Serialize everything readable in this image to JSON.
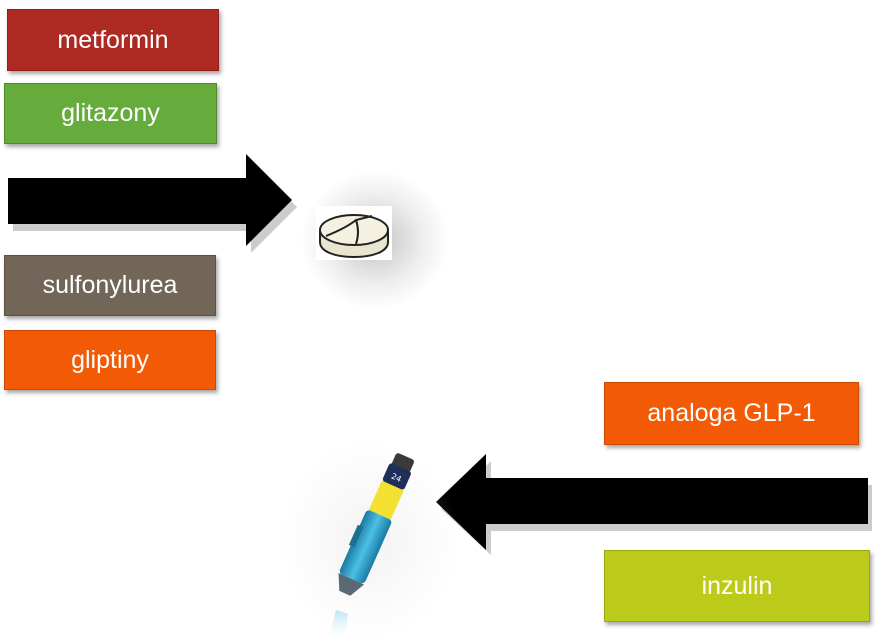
{
  "labels": {
    "metformin": "metformin",
    "glitazony": "glitazony",
    "sulfonylurea": "sulfonylurea",
    "gliptiny": "gliptiny",
    "glp1": "analoga GLP-1",
    "inzulin": "inzulin"
  },
  "colors": {
    "metformin": "#ac2a21",
    "glitazony": "#66ac3c",
    "sulfonylurea": "#726658",
    "gliptiny": "#f25a05",
    "glp1": "#f25a05",
    "inzulin": "#bccb19",
    "arrow": "#000000"
  },
  "icons": {
    "oral": "pill-icon",
    "injection": "insulin-pen-icon"
  }
}
